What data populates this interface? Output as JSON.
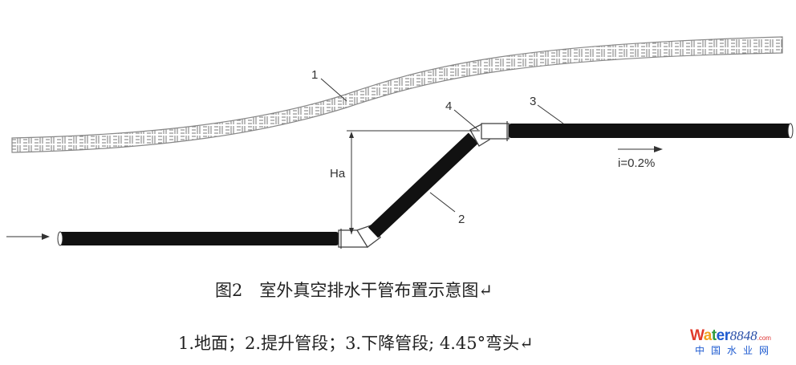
{
  "labels": {
    "ground": "1",
    "riser": "2",
    "descending": "3",
    "elbow": "4",
    "height": "Ha",
    "slope": "i=0.2%"
  },
  "caption": {
    "title": "图2　室外真空排水干管布置示意图↵",
    "legend": "1.地面；2.提升管段；3.下降管段; 4.45°弯头↵"
  },
  "watermark": {
    "brand_w": "W",
    "brand_a": "a",
    "brand_t": "t",
    "brand_er": "er",
    "brand_num": "8848",
    "brand_com": ".com",
    "brand_cn": "中国水业网"
  }
}
